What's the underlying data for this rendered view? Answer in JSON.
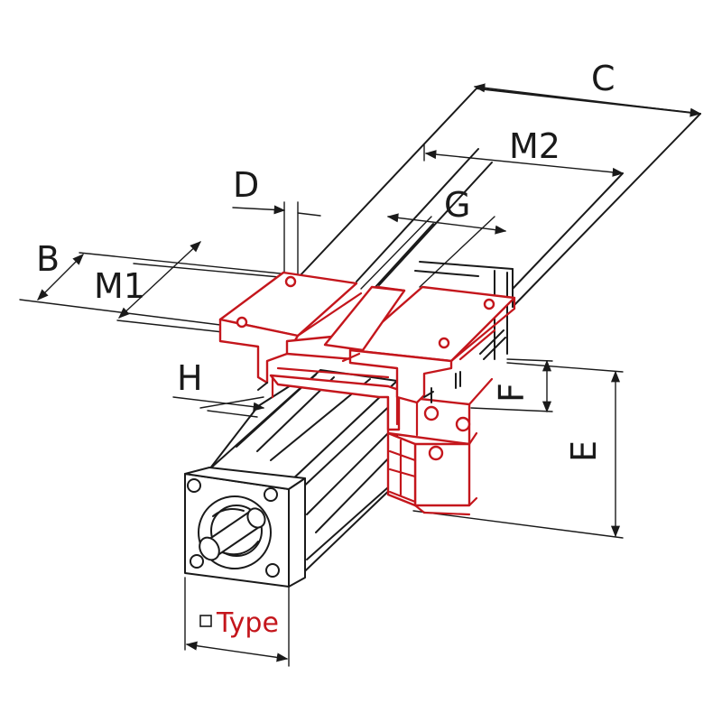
{
  "labels": {
    "c": "C",
    "m2": "M2",
    "d": "D",
    "g": "G",
    "b": "B",
    "m1": "M1",
    "h": "H",
    "f": "F",
    "e": "E",
    "type": "Type"
  },
  "colors": {
    "line": "#1a1a1a",
    "accent": "#c4161c",
    "background": "#ffffff"
  }
}
